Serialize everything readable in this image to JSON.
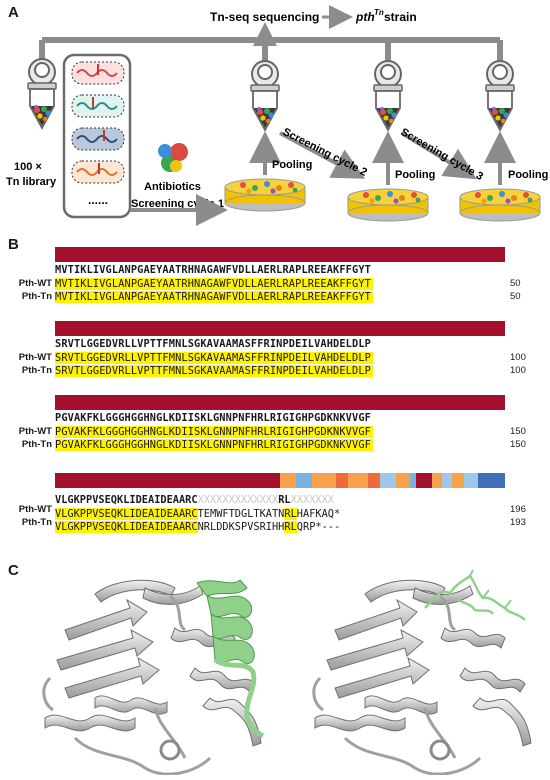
{
  "panelA": {
    "letter": "A",
    "tnseq_label": "Tn-seq sequencing",
    "strain_label_main": "pth",
    "strain_label_sup": "Tn",
    "strain_label_tail": " strain",
    "library_label_line1": "100 ×",
    "library_label_line2": "Tn library",
    "dots": "......",
    "antibiotics_label": "Antibiotics",
    "cycle1_label": "Screening cycle 1",
    "cycle2_label": "Screening cycle 2",
    "cycle3_label": "Screening cycle 3",
    "pooling_label": "Pooling",
    "colors": {
      "arrow": "#8c8c8c",
      "agar": "#f2c200",
      "dish": "#d9d9d9"
    }
  },
  "panelB": {
    "letter": "B",
    "wt_label": "Pth-WT",
    "tn_label": "Pth-Tn",
    "blocks": [
      {
        "consensus": "MVTIKLIVGLANPGAEYAATRHNAGAWFVDLLAERLRAPLREEAKFFGYT",
        "wt": "MVTIKLIVGLANPGAEYAATRHNAGAWFVDLLAERLRAPLREEAKFFGYT",
        "tn": "MVTIKLIVGLANPGAEYAATRHNAGAWFVDLLAERLRAPLREEAKFFGYT",
        "wt_num": "50",
        "tn_num": "50"
      },
      {
        "consensus": "SRVTLGGEDVRLLVPTTFMNLSGKAVAAMASFFRINPDEILVAHDELDLP",
        "wt": "SRVTLGGEDVRLLVPTTFMNLSGKAVAAMASFFRINPDEILVAHDELDLP",
        "tn": "SRVTLGGEDVRLLVPTTFMNLSGKAVAAMASFFRINPDEILVAHDELDLP",
        "wt_num": "100",
        "tn_num": "100"
      },
      {
        "consensus": "PGVAKFKLGGGHGGHNGLKDIISKLGNNPNFHRLRIGIGHPGDKNKVVGF",
        "wt": "PGVAKFKLGGGHGGHNGLKDIISKLGNNPNFHRLRIGIGHPGDKNKVVGF",
        "tn": "PGVAKFKLGGGHGGHNGLKDIISKLGNNPNFHRLRIGIGHPGDKNKVVGF",
        "wt_num": "150",
        "tn_num": "150"
      }
    ],
    "last": {
      "consensus_hl": "VLGKPPVSEQKLIDEAIDEAARC",
      "consensus_x1": "XXXXXXXXXXXXX",
      "consensus_rl": "RL",
      "consensus_x2": "XXXXXXX",
      "wt_hl": "VLGKPPVSEQKLIDEAIDEAARC",
      "wt_mid": "TEMWFTDGLTKATN",
      "wt_rl": "RL",
      "wt_tail": "HAFKAQ*",
      "wt_num": "196",
      "tn_hl": "VLGKPPVSEQKLIDEAIDEAARC",
      "tn_mid": "NRLDDKSPVSRIHH",
      "tn_rl": "RL",
      "tn_tail": "QRP*---",
      "tn_num": "193"
    },
    "colors": {
      "conserved_bar": "#a3112e",
      "identity_highlight": "#fff200",
      "x_text": "#c8c8c8"
    }
  },
  "panelC": {
    "letter": "C",
    "colors": {
      "protein": "#c9c9c9",
      "c_terminus": "#8fd08a"
    }
  }
}
